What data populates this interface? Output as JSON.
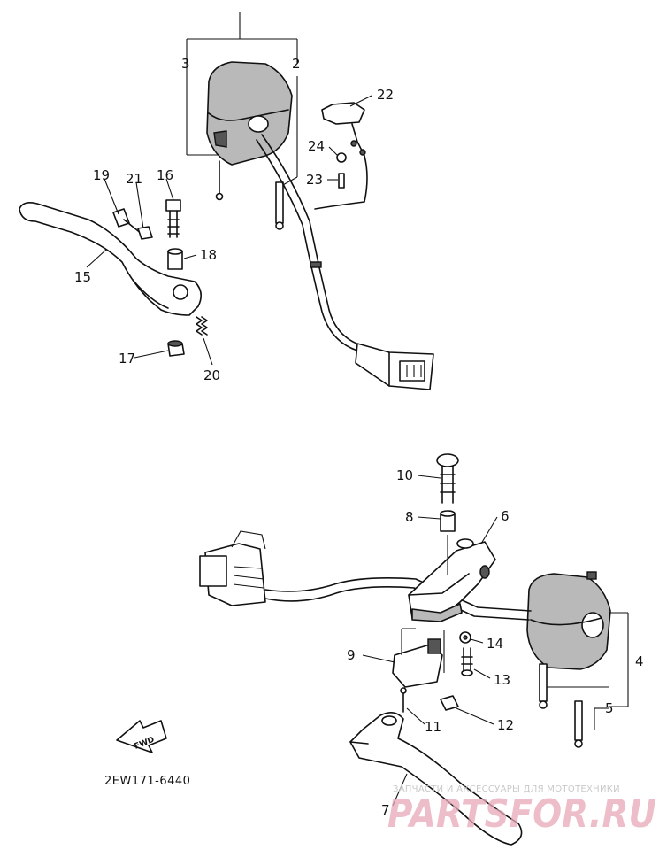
{
  "diagram_code": "2EW171-6440",
  "fwd_label": "FWD",
  "watermark": {
    "small_text": "ЗАПЧАСТИ И АКСЕССУАРЫ ДЛЯ МОТОТЕХНИКИ",
    "logo_text": "PARTSFOR.RU"
  },
  "parts": {
    "p2": "2",
    "p3": "3",
    "p4": "4",
    "p5": "5",
    "p6": "6",
    "p7": "7",
    "p8": "8",
    "p9": "9",
    "p10": "10",
    "p11": "11",
    "p12": "12",
    "p13": "13",
    "p14": "14",
    "p15": "15",
    "p16": "16",
    "p17": "17",
    "p18": "18",
    "p19": "19",
    "p20": "20",
    "p21": "21",
    "p22": "22",
    "p23": "23",
    "p24": "24"
  }
}
